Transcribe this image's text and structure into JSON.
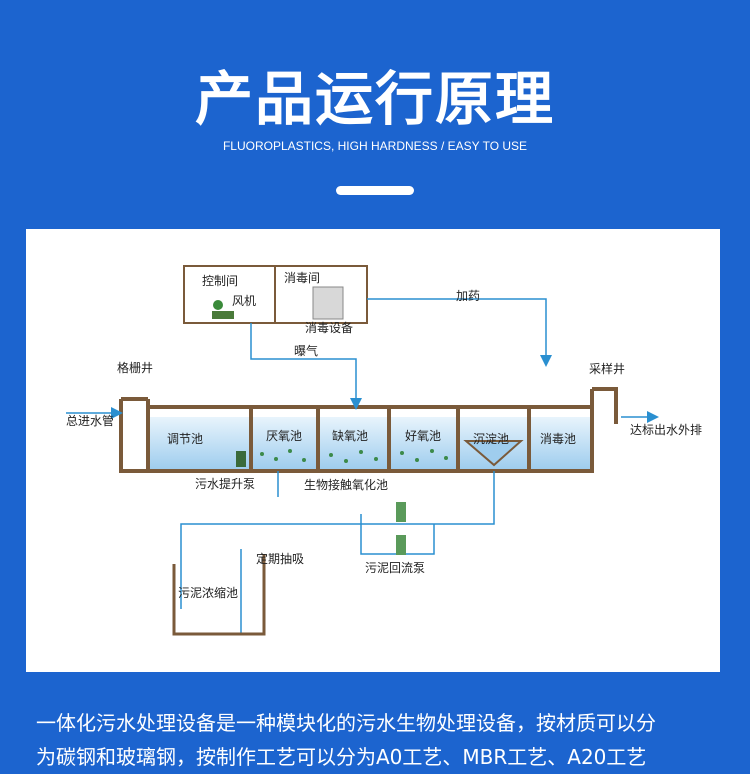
{
  "header": {
    "title": "产品运行原理",
    "subtitle": "FLUOROPLASTICS, HIGH HARDNESS / EASY TO USE"
  },
  "diagram": {
    "control_room": "控制间",
    "blower": "风机",
    "disinfection_room": "消毒间",
    "disinfection_equipment": "消毒设备",
    "dosing": "加药",
    "aeration": "曝气",
    "grille_well": "格栅井",
    "sampling_well": "采样井",
    "main_inlet": "总进水管",
    "discharge": "达标出水外排",
    "equalization_tank": "调节池",
    "anaerobic_tank": "厌氧池",
    "anoxic_tank": "缺氧池",
    "aerobic_tank": "好氧池",
    "settling_tank": "沉淀池",
    "disinfection_tank": "消毒池",
    "lift_pump": "污水提升泵",
    "biocontact": "生物接触氧化池",
    "sludge_thickener": "污泥浓缩池",
    "periodic_suction": "定期抽吸",
    "sludge_return_pump": "污泥回流泵"
  },
  "description": {
    "line1": "一体化污水处理设备是一种模块化的污水生物处理设备，按材质可以分",
    "line2": "为碳钢和玻璃钢，按制作工艺可以分为A0工艺、MBR工艺、A20工艺"
  },
  "colors": {
    "background": "#1c64cf",
    "water": "#cfe6f7",
    "pipe": "#2a8fd0",
    "wall": "#7a5a3a"
  }
}
